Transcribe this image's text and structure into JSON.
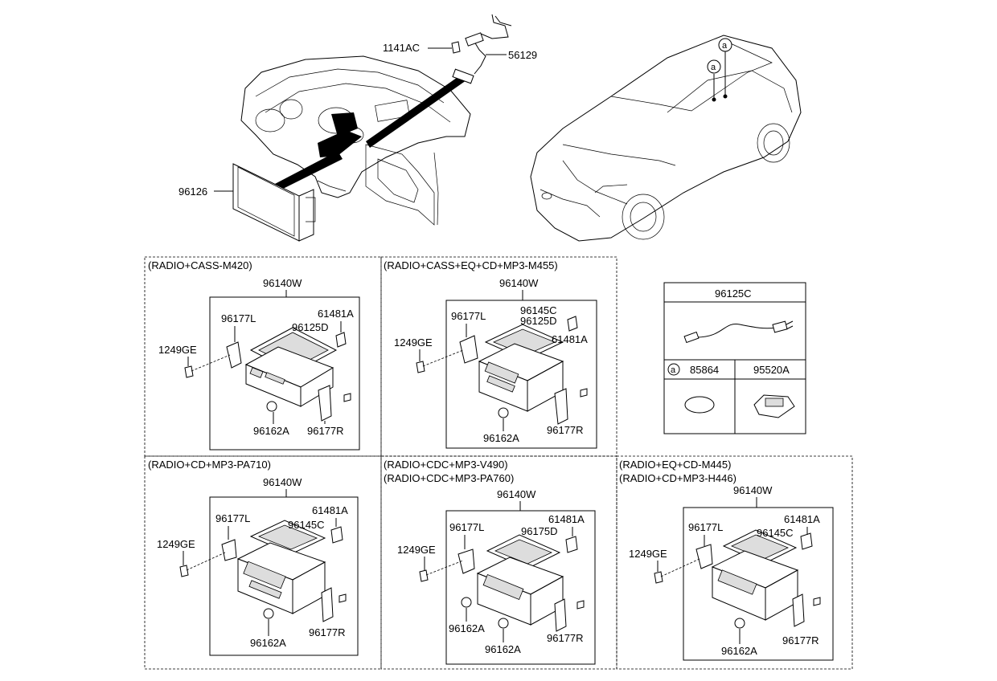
{
  "top": {
    "dash_labels": {
      "bezel": "96126",
      "bolt": "1141AC",
      "antenna": "56129"
    },
    "car_callouts": [
      "a",
      "a"
    ]
  },
  "panels": [
    {
      "titles": [
        "(RADIO+CASS-M420)"
      ],
      "assy": "96140W",
      "parts": {
        "bracket_l": "96177L",
        "bracket_r": "96177R",
        "screw": "1249GE",
        "board": "96125D",
        "pin": "61481A",
        "knob": "96162A"
      }
    },
    {
      "titles": [
        "(RADIO+CASS+EQ+CD+MP3-M455)"
      ],
      "assy": "96140W",
      "parts": {
        "bracket_l": "96177L",
        "bracket_r": "96177R",
        "screw": "1249GE",
        "board_top": "96145C",
        "board": "96125D",
        "pin": "61481A",
        "knob": "96162A"
      }
    },
    {
      "titles": [
        "(RADIO+CD+MP3-PA710)"
      ],
      "assy": "96140W",
      "parts": {
        "bracket_l": "96177L",
        "bracket_r": "96177R",
        "screw": "1249GE",
        "board": "96145C",
        "pin": "61481A",
        "knob": "96162A"
      }
    },
    {
      "titles": [
        "(RADIO+CDC+MP3-V490)",
        "(RADIO+CDC+MP3-PA760)"
      ],
      "assy": "96140W",
      "parts": {
        "bracket_l": "96177L",
        "bracket_r": "96177R",
        "screw": "1249GE",
        "board": "96175D",
        "pin": "61481A",
        "knob": "96162A",
        "knob2": "96162A"
      }
    },
    {
      "titles": [
        "(RADIO+EQ+CD-M445)",
        "(RADIO+CD+MP3-H446)"
      ],
      "assy": "96140W",
      "parts": {
        "bracket_l": "96177L",
        "bracket_r": "96177R",
        "screw": "1249GE",
        "board": "96145C",
        "pin": "61481A",
        "knob": "96162A"
      }
    }
  ],
  "cable_table": {
    "header": "96125C",
    "callout": "a",
    "cell_left": "85864",
    "cell_right": "95520A"
  }
}
